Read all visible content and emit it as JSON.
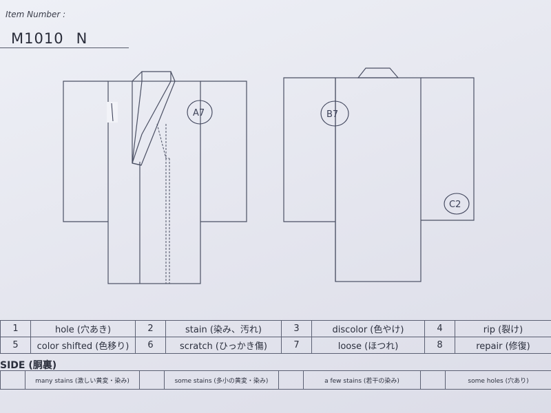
{
  "header": {
    "item_label": "Item Number :",
    "item_code": "M1010",
    "item_suffix": "N"
  },
  "annotations": {
    "front_mark": "A7",
    "back_mark": "B7",
    "back_lower_mark": "C2"
  },
  "legend": {
    "rows": [
      [
        {
          "num": "1",
          "label": "hole (穴あき)"
        },
        {
          "num": "2",
          "label": "stain (染み、汚れ)"
        },
        {
          "num": "3",
          "label": "discolor (色やけ)"
        },
        {
          "num": "4",
          "label": "rip (裂け)"
        }
      ],
      [
        {
          "num": "5",
          "label": "color shifted (色移り)"
        },
        {
          "num": "6",
          "label": "scratch (ひっかき傷)"
        },
        {
          "num": "7",
          "label": "loose (ほつれ)"
        },
        {
          "num": "8",
          "label": "repair (修復)"
        }
      ]
    ]
  },
  "inside": {
    "title": "SIDE (胴裏)",
    "cells": [
      "many stains (激しい黄変・染み)",
      "some stains (多小の黄変・染み)",
      "a few stains (若干の染み)",
      "some holes (穴あり)"
    ]
  },
  "colors": {
    "paper": "#e6e7ef",
    "ink": "#4a4f63"
  }
}
